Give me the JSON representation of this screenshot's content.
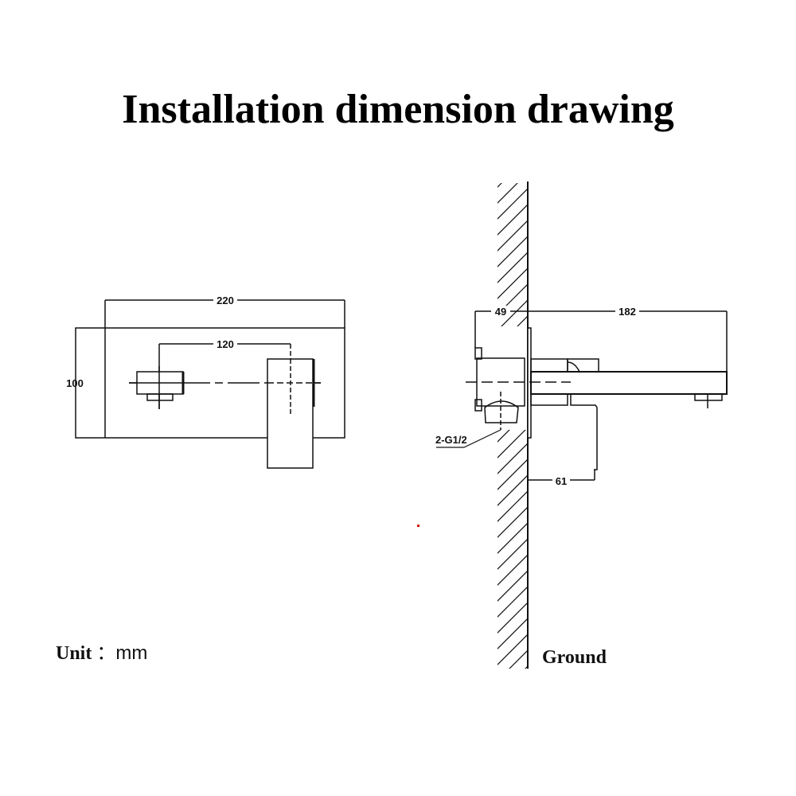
{
  "title": "Installation dimension drawing",
  "front_view": {
    "width_label": "220",
    "spacing_label": "120",
    "height_label": "100"
  },
  "side_view": {
    "depth_label": "49",
    "spout_label": "182",
    "handle_label": "61",
    "thread_label": "2-G1/2",
    "ground_label": "Ground"
  },
  "unit": {
    "label": "Unit",
    "value": "：mm"
  }
}
